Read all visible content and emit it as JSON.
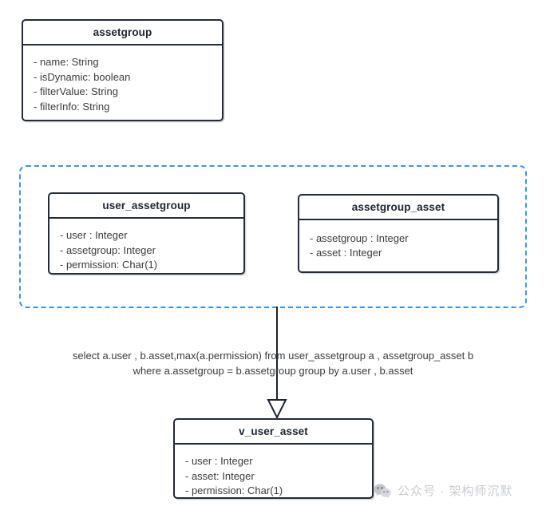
{
  "diagram": {
    "type": "uml-class-diagram",
    "background_color": "#ffffff",
    "box_border_color": "#232b38",
    "group_border_color": "#3b93ed",
    "text_color": "#3b3b3b",
    "classes": [
      {
        "id": "assetgroup",
        "title": "assetgroup",
        "attributes": [
          "- name: String",
          "- isDynamic: boolean",
          "- filterValue: String",
          "- filterInfo: String"
        ]
      },
      {
        "id": "user_assetgroup",
        "title": "user_assetgroup",
        "attributes": [
          "- user : Integer",
          "- assetgroup: Integer",
          "- permission: Char(1)"
        ]
      },
      {
        "id": "assetgroup_asset",
        "title": "assetgroup_asset",
        "attributes": [
          "- assetgroup : Integer",
          "- asset : Integer"
        ]
      },
      {
        "id": "v_user_asset",
        "title": "v_user_asset",
        "attributes": [
          "- user : Integer",
          "- asset: Integer",
          "- permission: Char(1)"
        ]
      }
    ],
    "connector": {
      "style": "hollow-triangle-arrow",
      "from": "group-frame",
      "to": "v_user_asset"
    },
    "sql_note": {
      "line1": "select a.user , b.asset,max(a.permission) from user_assetgroup a , assetgroup_asset b",
      "line2": "where a.assetgroup = b.assetgroup group by a.user , b.asset"
    }
  },
  "watermark": {
    "icon": "wechat-icon",
    "text": "公众号 · 架构师沉默"
  }
}
